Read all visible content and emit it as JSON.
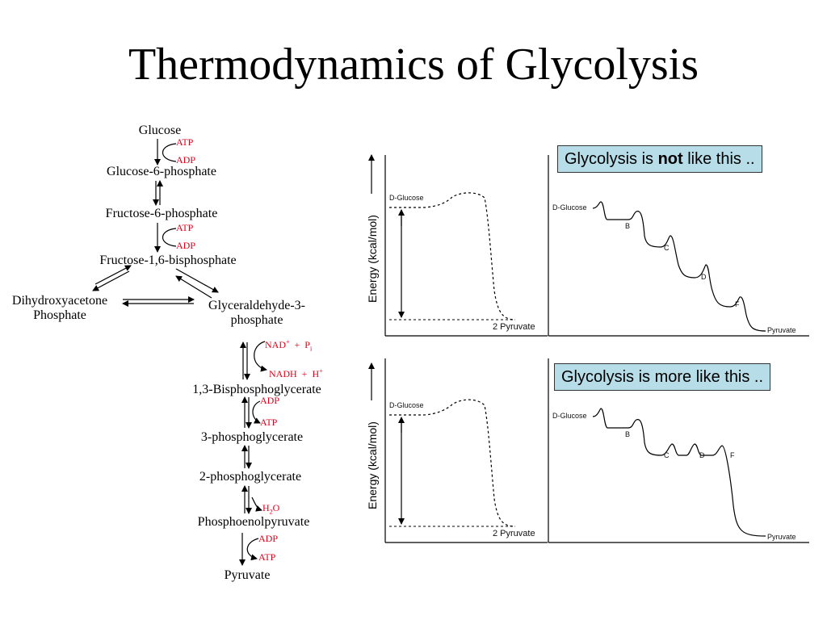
{
  "slide": {
    "title": "Thermodynamics of Glycolysis"
  },
  "pathway": {
    "glucose": "Glucose",
    "g6p": "Glucose-6-phosphate",
    "f6p": "Fructose-6-phosphate",
    "f16bp": "Fructose-1,6-bisphosphate",
    "dhap_line1": "Dihydroxyacetone",
    "dhap_line2": "Phosphate",
    "gap_line1": "Glyceraldehyde-3-",
    "gap_line2": "phosphate",
    "bpg13": "1,3-Bisphosphoglycerate",
    "pg3": "3-phosphoglycerate",
    "pg2": "2-phosphoglycerate",
    "pep": "Phosphoenolpyruvate",
    "pyruvate": "Pyruvate",
    "cofactors": {
      "atp1": "ATP",
      "adp1": "ADP",
      "atp2": "ATP",
      "adp2": "ADP",
      "nad": "NAD",
      "nad_sup": "+",
      "plus1": "+",
      "pi": "P",
      "pi_sub": "i",
      "nadh": "NADH",
      "plus2": "+",
      "h": "H",
      "h_sup": "+",
      "adp3": "ADP",
      "atp3": "ATP",
      "h2o_h": "H",
      "h2o_sub": "2",
      "h2o_o": "O",
      "adp4": "ADP",
      "atp4": "ATP"
    },
    "colors": {
      "cofactor": "#e2001a"
    }
  },
  "panels": {
    "ylabel": "Energy (kcal/mol)",
    "top_left": {
      "start_label": "D-Glucose",
      "end_label": "2 Pyruvate"
    },
    "top_right": {
      "start_label": "D-Glucose",
      "end_label": "Pyruvate",
      "steps": [
        "B",
        "C",
        "D",
        "F"
      ],
      "callout_pre": "Glycolysis is ",
      "callout_bold": "not",
      "callout_post": " like this .."
    },
    "bottom_left": {
      "start_label": "D-Glucose",
      "end_label": "2 Pyruvate"
    },
    "bottom_right": {
      "start_label": "D-Glucose",
      "end_label": "Pyruvate",
      "steps": [
        "B",
        "C",
        "D",
        "F"
      ],
      "callout_text": "Glycolysis is more like this .."
    },
    "colors": {
      "callout_bg": "#b7dde8"
    }
  }
}
